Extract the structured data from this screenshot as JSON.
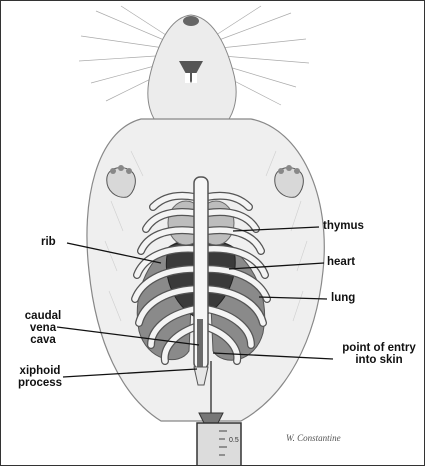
{
  "figure": {
    "labels": {
      "rib": "rib",
      "thymus": "thymus",
      "heart": "heart",
      "lung": "lung",
      "caudal_vena_cava": "caudal\nvena\ncava",
      "xiphoid_process": "xiphoid\nprocess",
      "point_of_entry": "point of entry\ninto skin"
    },
    "signature": "W. Constantine",
    "syringe_scale": "0.5"
  },
  "colors": {
    "ink": "#111111",
    "outline": "#777777",
    "heart": "#3a3a3a",
    "lung": "#8a8a8a",
    "thymus": "#bdbdbd",
    "rib": "#f4f4f4"
  }
}
